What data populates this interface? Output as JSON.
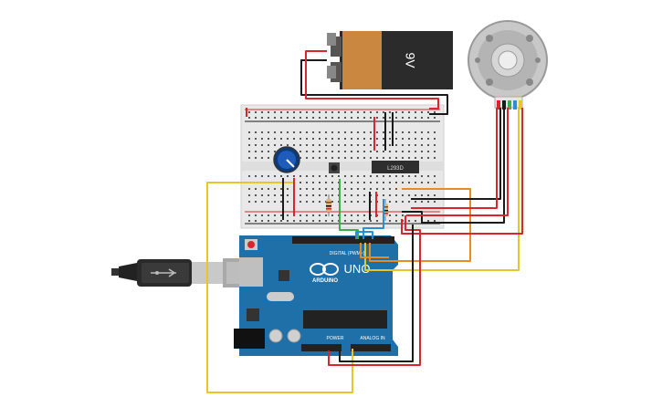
{
  "battery": {
    "label": "9V",
    "body_color": "#C9873F",
    "cap_color": "#2B2B2B"
  },
  "chip": {
    "label": "L293D",
    "color": "#2E2E2E"
  },
  "arduino": {
    "brand": "ARDUINO",
    "model": "UNO",
    "header_digital": "DIGITAL (PWM~)",
    "header_power": "POWER",
    "header_analog": "ANALOG IN",
    "board_color": "#1F6FA8"
  },
  "wire_colors": {
    "red": "#D9262C",
    "black": "#1A1A1A",
    "yellow": "#E8C62A",
    "orange": "#E88B23",
    "green": "#3CAD4A",
    "blue": "#2A8FD6"
  },
  "components": {
    "potentiometer": "potentiometer",
    "pushbutton": "pushbutton",
    "motor": "dc-motor-encoder",
    "usb": "usb-cable"
  }
}
